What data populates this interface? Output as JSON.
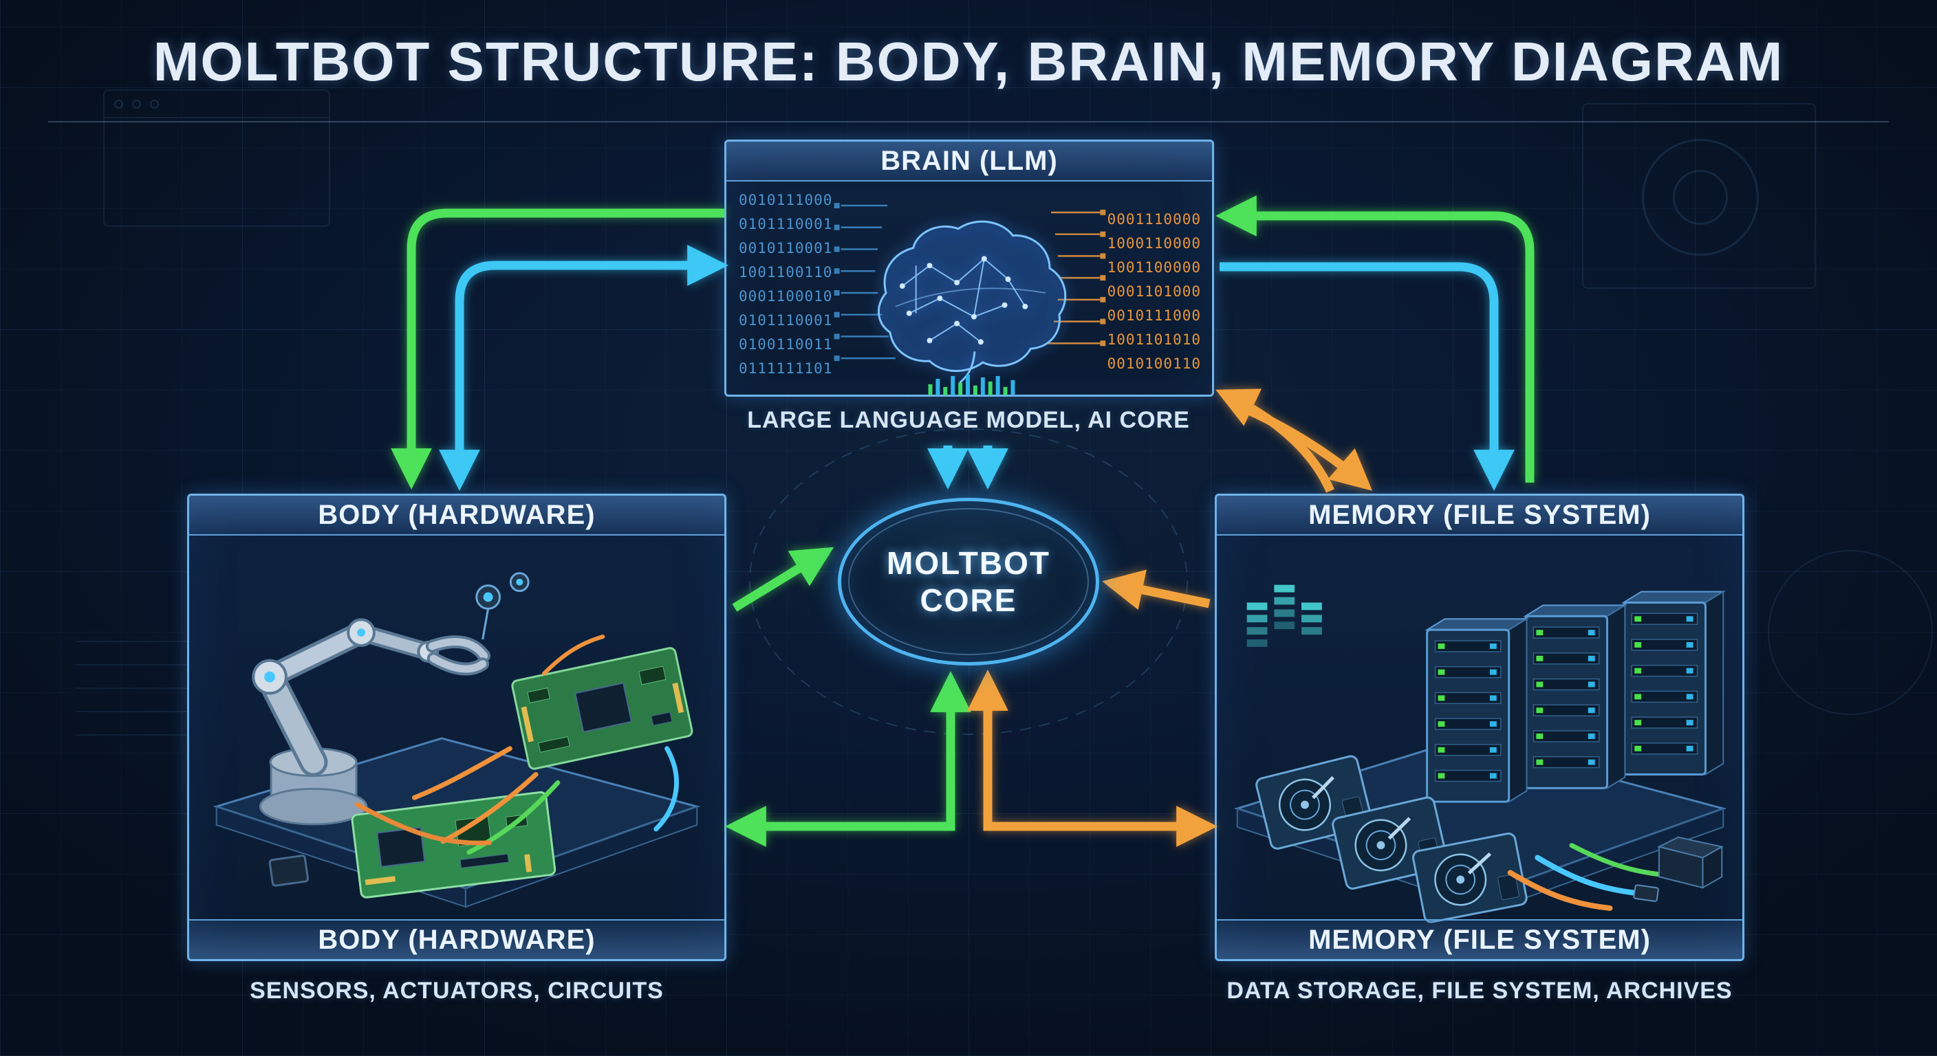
{
  "title": "MOLTBOT STRUCTURE: BODY, BRAIN, MEMORY DIAGRAM",
  "brain": {
    "header": "BRAIN (LLM)",
    "caption": "LARGE LANGUAGE MODEL, AI CORE",
    "binary_left": [
      "0010111000",
      "0101110001",
      "0010110001",
      "1001100110",
      "0001100010",
      "0101110001",
      "0100110011",
      "0111111101"
    ],
    "binary_right": [
      "0001110000",
      "1000110000",
      "1001100000",
      "0001101000",
      "0010111000",
      "1001101010",
      "0010100110"
    ]
  },
  "body": {
    "header": "BODY (HARDWARE)",
    "footer": "BODY (HARDWARE)",
    "caption": "SENSORS, ACTUATORS, CIRCUITS"
  },
  "memory": {
    "header": "MEMORY (FILE SYSTEM)",
    "footer": "MEMORY (FILE SYSTEM)",
    "caption": "DATA STORAGE, FILE SYSTEM, ARCHIVES"
  },
  "core": {
    "line1": "MOLTBOT",
    "line2": "CORE"
  },
  "colors": {
    "background": "#091830",
    "panel_border": "#6fb3e8",
    "arrow_green": "#4ee25a",
    "arrow_blue": "#3cc8f5",
    "arrow_orange": "#f2a23e"
  }
}
